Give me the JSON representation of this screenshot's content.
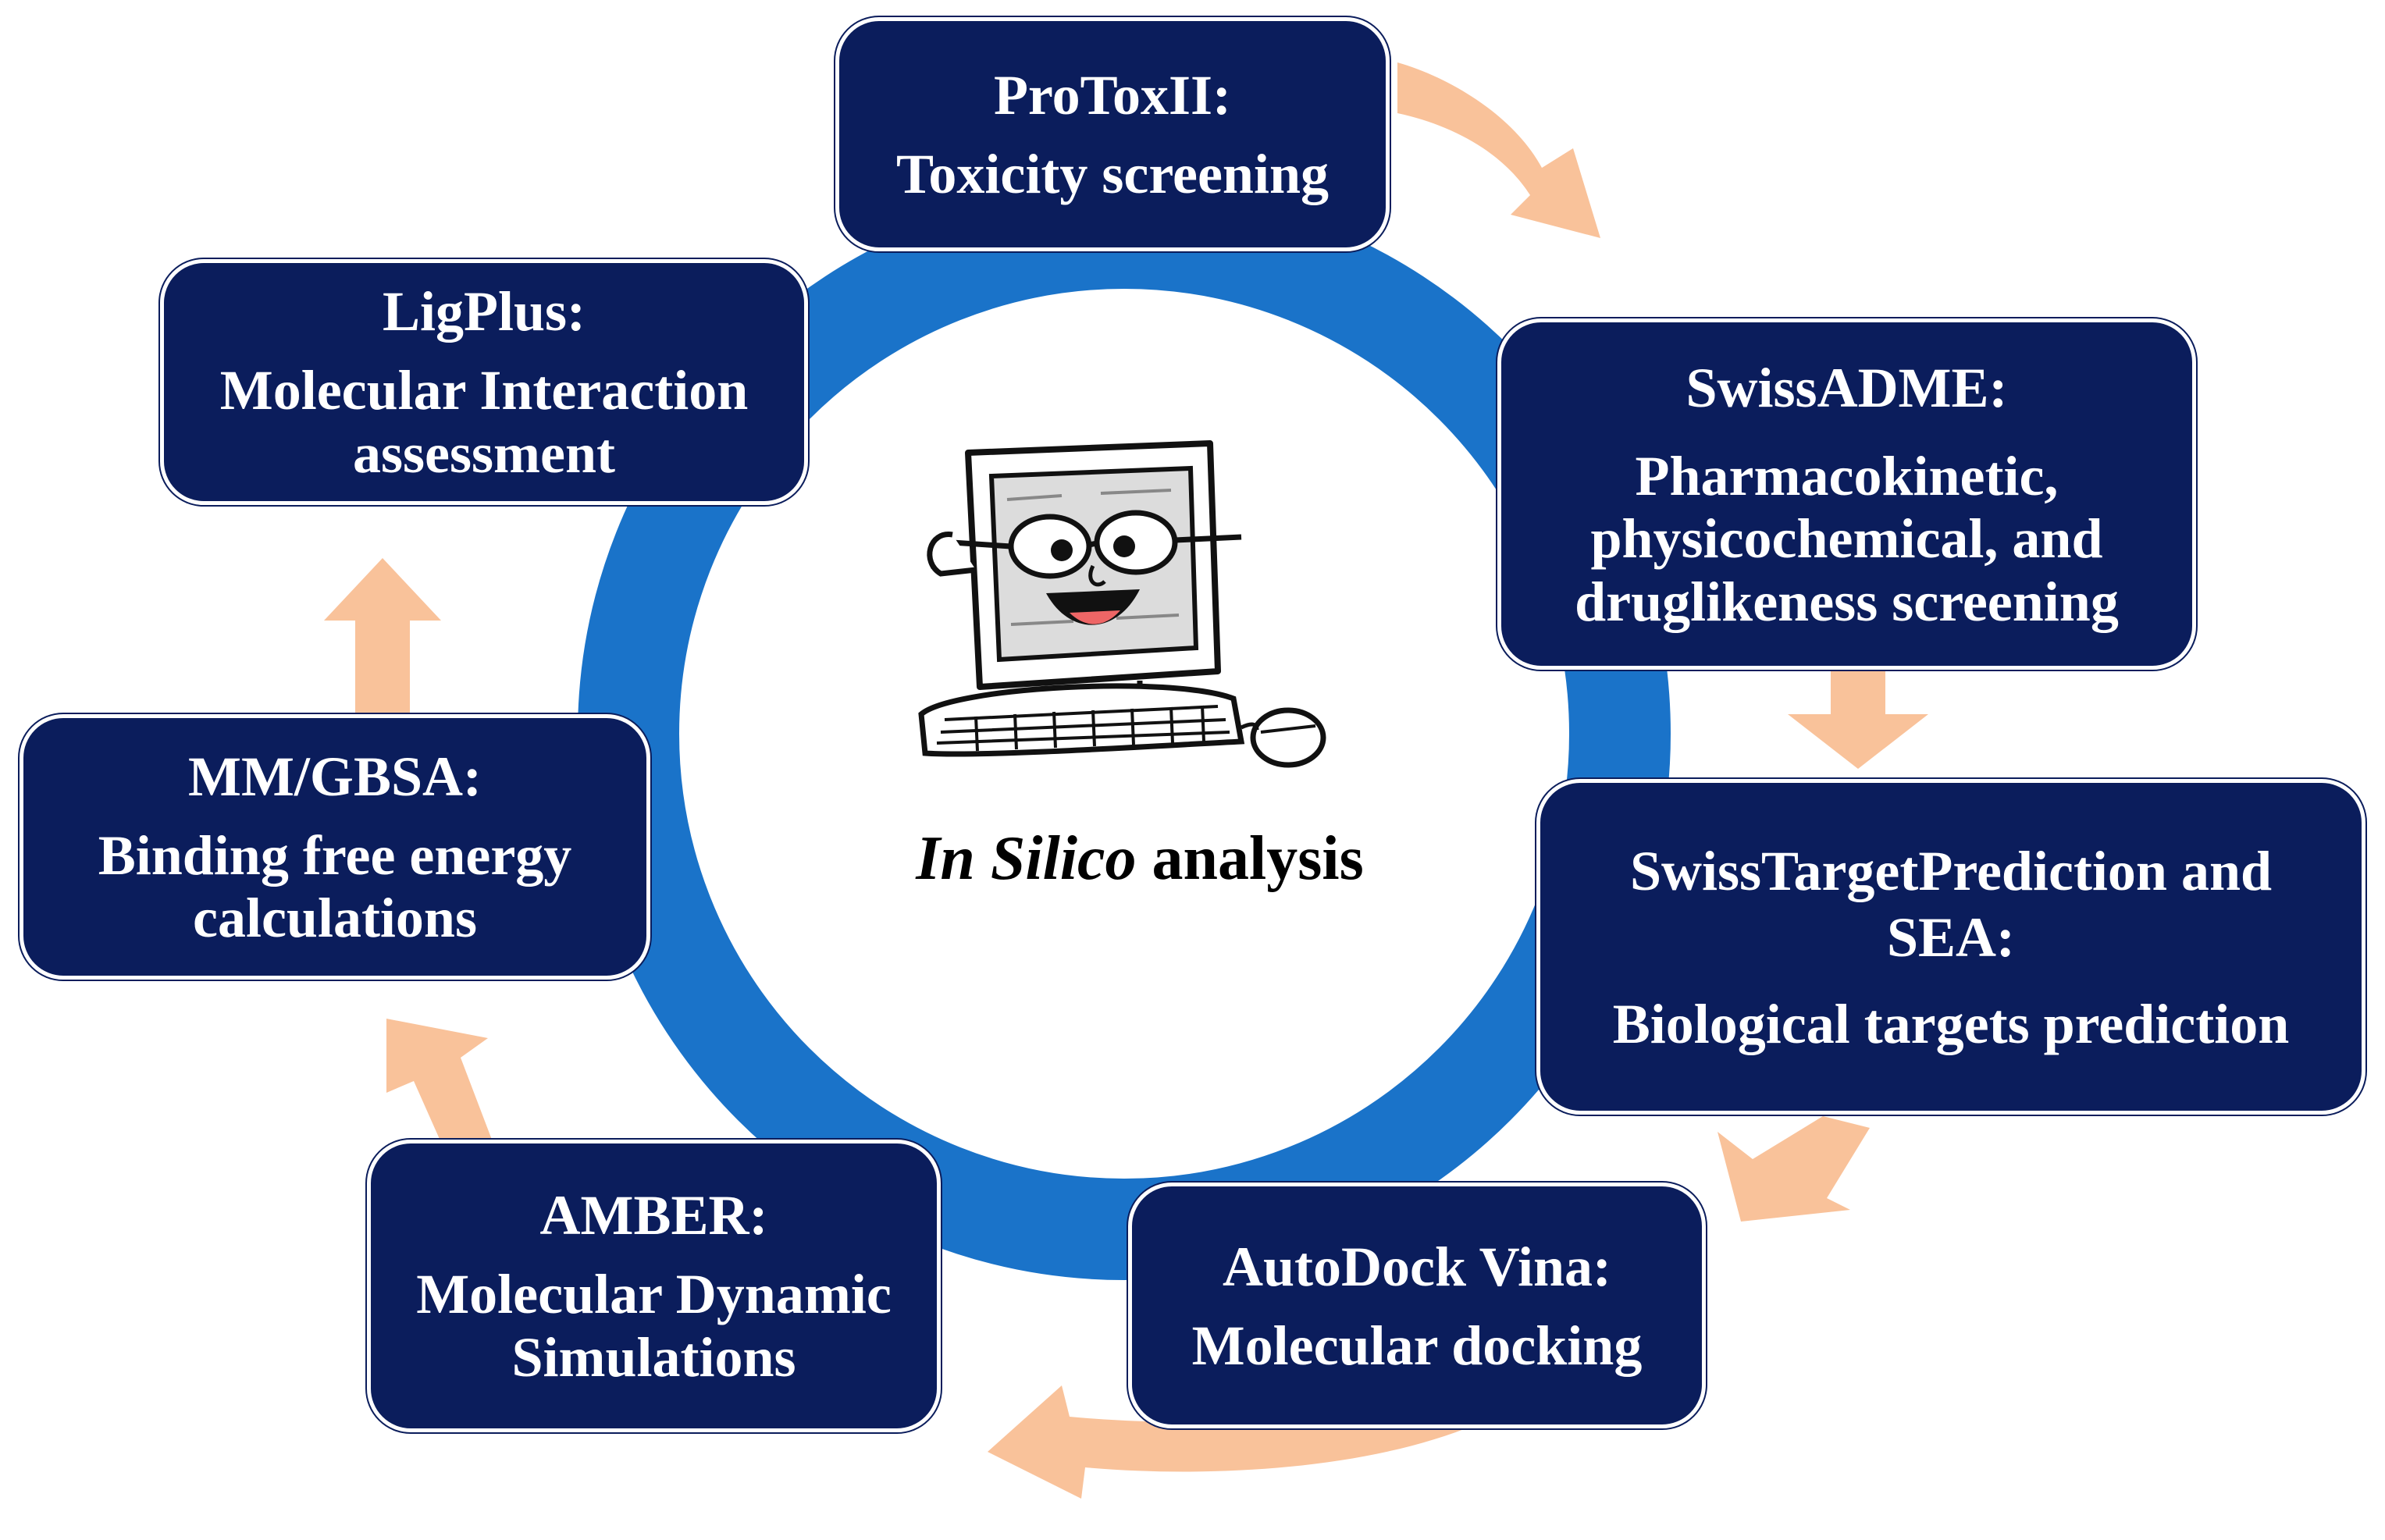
{
  "center": {
    "label_italic": "In Silico",
    "label_rest": "analysis",
    "icon": "computer-mascot-icon"
  },
  "colors": {
    "box_fill": "#0b1d5c",
    "box_text": "#ffffff",
    "ring": "#1a73c9",
    "arrow": "#f9c29a"
  },
  "steps": {
    "protox": {
      "title": "ProToxII:",
      "desc": "Toxicity screening"
    },
    "swissadme": {
      "title": "SwissADME:",
      "desc_lines": [
        "Pharmacokinetic,",
        "physicochemical, and",
        "druglikeness screening"
      ]
    },
    "swisstarget": {
      "title_lines": [
        "SwissTargetPrediction and",
        "SEA:"
      ],
      "desc": "Biological targets prediction"
    },
    "autodock": {
      "title": "AutoDock Vina:",
      "desc": "Molecular docking"
    },
    "amber": {
      "title": "AMBER:",
      "desc_lines": [
        "Molecular Dynamic",
        "Simulations"
      ]
    },
    "mmgbsa": {
      "title": "MM/GBSA:",
      "desc_lines": [
        "Binding free energy",
        "calculations"
      ]
    },
    "ligplus": {
      "title": "LigPlus:",
      "desc_lines": [
        "Molecular Interaction",
        "assessment"
      ]
    }
  }
}
